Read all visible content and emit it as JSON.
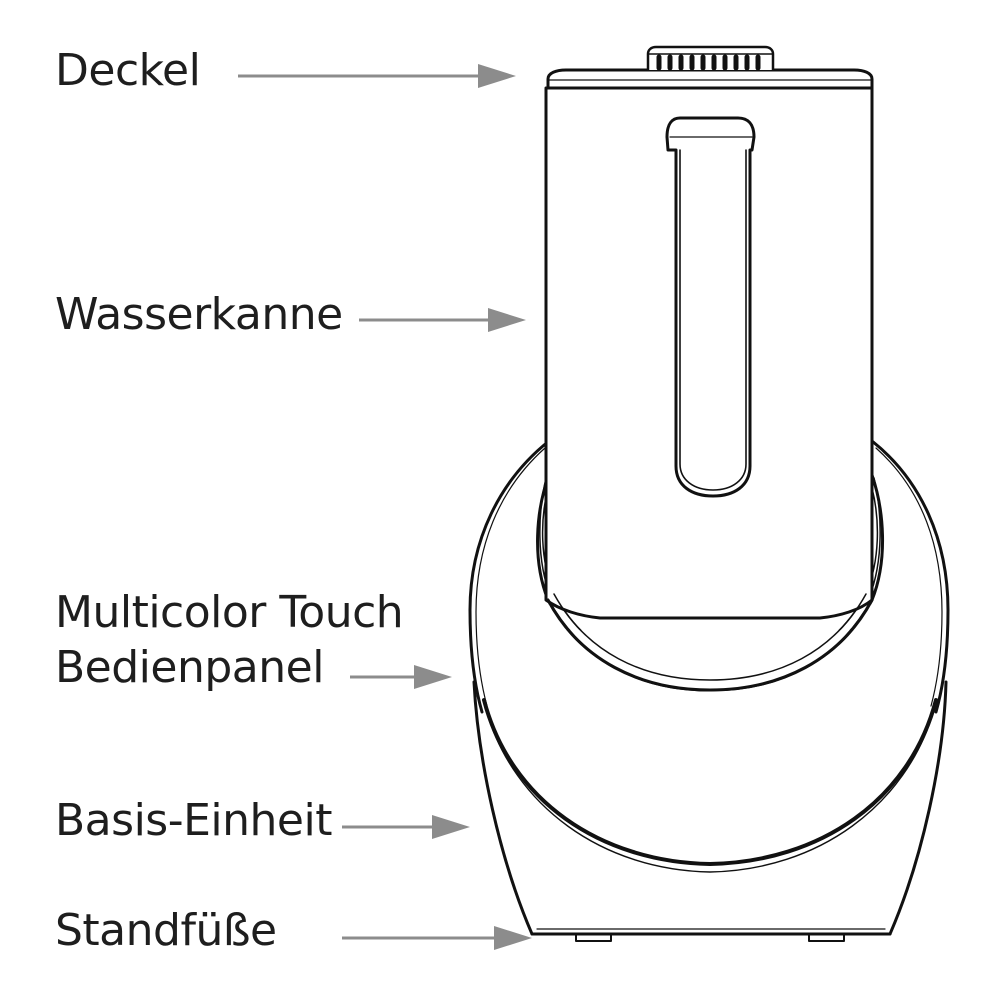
{
  "labels": {
    "deckel": "Deckel",
    "wasserkanne": "Wasserkanne",
    "touch_panel_line1": "Multicolor Touch",
    "touch_panel_line2": "Bedienpanel",
    "basis_einheit": "Basis-Einheit",
    "standfuesse": "Standfüße"
  },
  "colors": {
    "text": "#1e1e1e",
    "arrow": "#8c8c8c",
    "outline": "#111111",
    "background": "#ffffff"
  }
}
